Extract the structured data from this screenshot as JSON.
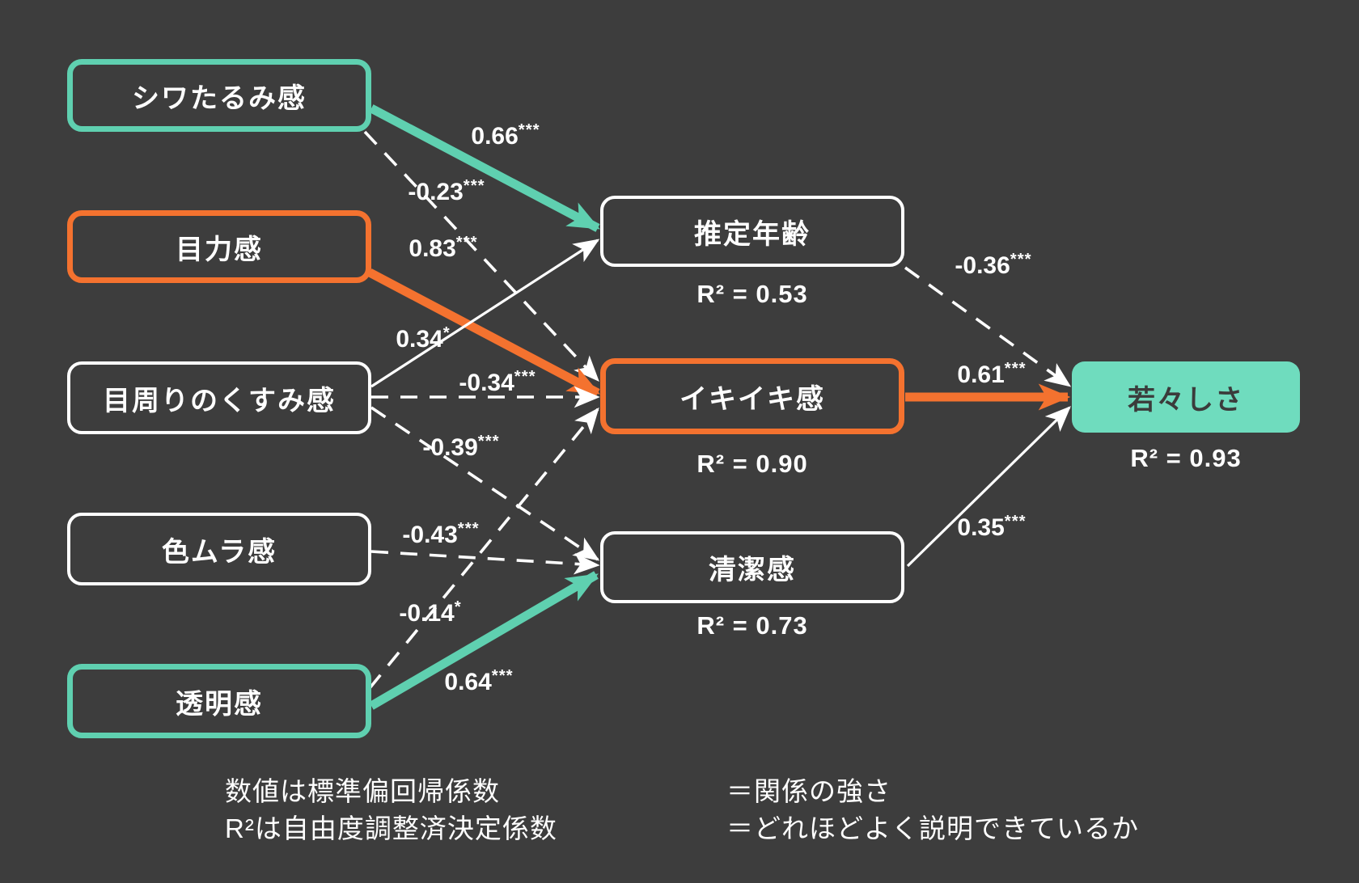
{
  "colors": {
    "teal": "#5fd0b0",
    "teal-fill": "#6fdcbe",
    "orange": "#f4722f",
    "white": "#ffffff",
    "bg": "#3d3d3d",
    "dark-text": "#3b3b3b"
  },
  "nodes": {
    "left": [
      {
        "label": "シワたるみ感",
        "accent": "teal"
      },
      {
        "label": "目力感",
        "accent": "orange"
      },
      {
        "label": "目周りのくすみ感",
        "accent": "white"
      },
      {
        "label": "色ムラ感",
        "accent": "white"
      },
      {
        "label": "透明感",
        "accent": "teal"
      }
    ],
    "middle": [
      {
        "label": "推定年齢",
        "r2": "R² = 0.53",
        "accent": "white"
      },
      {
        "label": "イキイキ感",
        "r2": "R² = 0.90",
        "accent": "orange"
      },
      {
        "label": "清潔感",
        "r2": "R² = 0.73",
        "accent": "white"
      }
    ],
    "outcome": {
      "label": "若々しさ",
      "r2": "R² = 0.93",
      "accent": "teal-filled"
    }
  },
  "edges": [
    {
      "from": "シワたるみ感",
      "to": "推定年齢",
      "coef": "0.66",
      "stars": "***",
      "style": "solid-thick",
      "color": "teal"
    },
    {
      "from": "シワたるみ感",
      "to": "イキイキ感",
      "coef": "-0.23",
      "stars": "***",
      "style": "dashed",
      "color": "white"
    },
    {
      "from": "目力感",
      "to": "イキイキ感",
      "coef": "0.83",
      "stars": "***",
      "style": "solid-thick",
      "color": "orange"
    },
    {
      "from": "目周りのくすみ感",
      "to": "推定年齢",
      "coef": "0.34",
      "stars": "*",
      "style": "solid-thin",
      "color": "white"
    },
    {
      "from": "目周りのくすみ感",
      "to": "イキイキ感",
      "coef": "-0.34",
      "stars": "***",
      "style": "dashed",
      "color": "white"
    },
    {
      "from": "目周りのくすみ感",
      "to": "清潔感",
      "coef": "-0.39",
      "stars": "***",
      "style": "dashed",
      "color": "white"
    },
    {
      "from": "色ムラ感",
      "to": "清潔感",
      "coef": "-0.43",
      "stars": "***",
      "style": "dashed",
      "color": "white"
    },
    {
      "from": "透明感",
      "to": "イキイキ感",
      "coef": "-0.14",
      "stars": "*",
      "style": "dashed",
      "color": "white"
    },
    {
      "from": "透明感",
      "to": "清潔感",
      "coef": "0.64",
      "stars": "***",
      "style": "solid-thick",
      "color": "teal"
    },
    {
      "from": "推定年齢",
      "to": "若々しさ",
      "coef": "-0.36",
      "stars": "***",
      "style": "dashed",
      "color": "white"
    },
    {
      "from": "イキイキ感",
      "to": "若々しさ",
      "coef": "0.61",
      "stars": "***",
      "style": "solid-thick",
      "color": "orange"
    },
    {
      "from": "清潔感",
      "to": "若々しさ",
      "coef": "0.35",
      "stars": "***",
      "style": "solid-thin",
      "color": "white"
    }
  ],
  "legend": {
    "left_line1": "数値は標準偏回帰係数",
    "left_line2": "R²は自由度調整済決定係数",
    "right_line1": "＝関係の強さ",
    "right_line2": "＝どれほどよく説明できているか"
  }
}
